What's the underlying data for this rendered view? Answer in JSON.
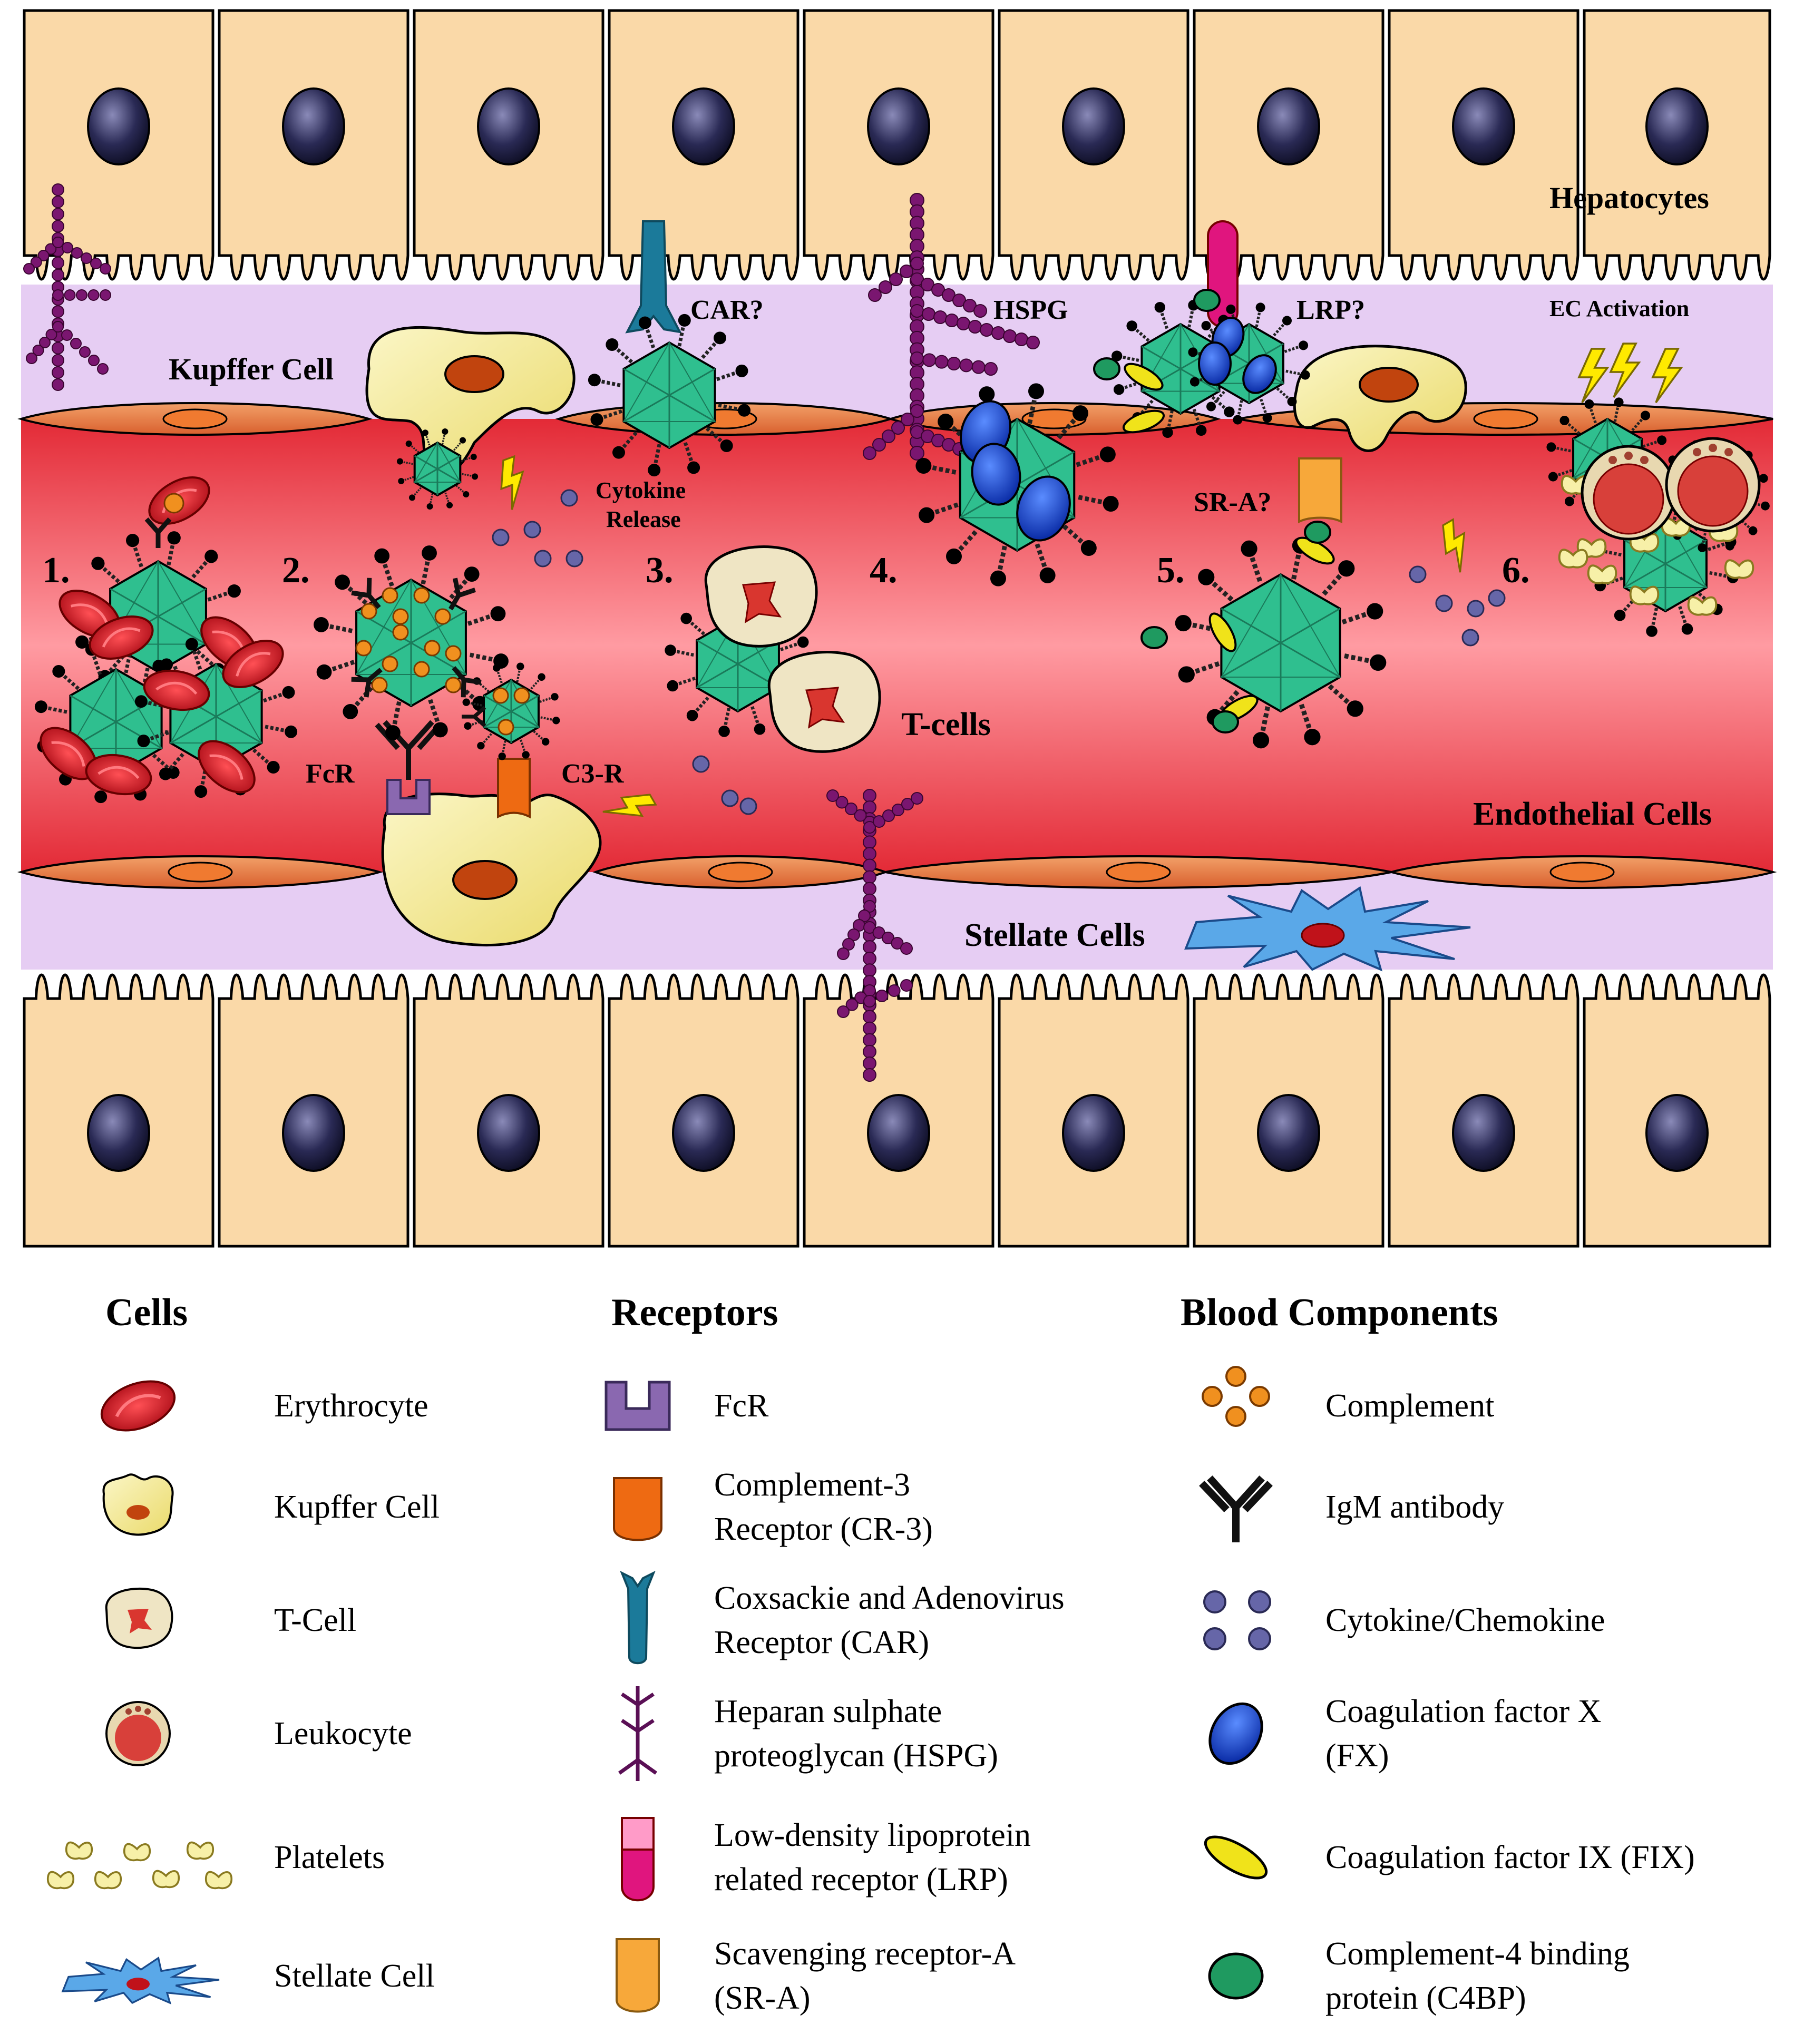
{
  "diagram": {
    "labels": {
      "hepatocytes": "Hepatocytes",
      "kupffer_cell": "Kupffer Cell",
      "car": "CAR?",
      "hspg": "HSPG",
      "lrp": "LRP?",
      "ec_activation": "EC Activation",
      "cytokine_release_1": "Cytokine",
      "cytokine_release_2": "Release",
      "sra": "SR-A?",
      "tcells": "T-cells",
      "fcr": "FcR",
      "c3r": "C3-R",
      "endothelial_cells": "Endothelial Cells",
      "stellate_cells": "Stellate Cells"
    },
    "steps": [
      "1.",
      "2.",
      "3.",
      "4.",
      "5.",
      "6."
    ]
  },
  "legend": {
    "cells": {
      "heading": "Cells",
      "items": [
        {
          "icon": "erythrocyte-icon",
          "lines": [
            "Erythrocyte"
          ]
        },
        {
          "icon": "kupffer-cell-icon",
          "lines": [
            "Kupffer Cell"
          ]
        },
        {
          "icon": "t-cell-icon",
          "lines": [
            "T-Cell"
          ]
        },
        {
          "icon": "leukocyte-icon",
          "lines": [
            "Leukocyte"
          ]
        },
        {
          "icon": "platelets-icon",
          "lines": [
            "Platelets"
          ]
        },
        {
          "icon": "stellate-cell-icon",
          "lines": [
            "Stellate Cell"
          ]
        }
      ]
    },
    "receptors": {
      "heading": "Receptors",
      "items": [
        {
          "icon": "fcr-icon",
          "lines": [
            "FcR"
          ]
        },
        {
          "icon": "cr3-icon",
          "lines": [
            "Complement-3",
            "Receptor (CR-3)"
          ]
        },
        {
          "icon": "car-icon",
          "lines": [
            "Coxsackie and Adenovirus",
            "Receptor (CAR)"
          ]
        },
        {
          "icon": "hspg-icon",
          "lines": [
            "Heparan sulphate",
            "proteoglycan (HSPG)"
          ]
        },
        {
          "icon": "lrp-icon",
          "lines": [
            "Low-density lipoprotein",
            "related receptor (LRP)"
          ]
        },
        {
          "icon": "sra-icon",
          "lines": [
            "Scavenging receptor-A",
            "(SR-A)"
          ]
        }
      ]
    },
    "blood": {
      "heading": "Blood Components",
      "items": [
        {
          "icon": "complement-icon",
          "lines": [
            "Complement"
          ]
        },
        {
          "icon": "igm-antibody-icon",
          "lines": [
            "IgM antibody"
          ]
        },
        {
          "icon": "cytokine-icon",
          "lines": [
            "Cytokine/Chemokine"
          ]
        },
        {
          "icon": "fx-icon",
          "lines": [
            "Coagulation factor X",
            "(FX)"
          ]
        },
        {
          "icon": "fix-icon",
          "lines": [
            "Coagulation factor IX (FIX)"
          ]
        },
        {
          "icon": "c4bp-icon",
          "lines": [
            "Complement-4 binding",
            "protein (C4BP)"
          ]
        }
      ]
    }
  },
  "colors": {
    "hepatocyte": "#fad9a8",
    "nucleus": "#2a2a55",
    "space_of_disse": "#e6cdf3",
    "vessel": "#e8454f",
    "endothelial": "#e8834a",
    "virus": "#2fbf8f",
    "erythrocyte": "#c0121a",
    "kupffer": "#f5ec96",
    "fx": "#1f55d8",
    "fix": "#f0e31a",
    "c4bp": "#1f9a60",
    "complement": "#f0901f",
    "cytokine": "#6666a8",
    "hspg": "#7a1670",
    "car": "#1b7a9a",
    "lrp": "#e0157e",
    "sra": "#f7a83a",
    "cr3": "#ee6a12",
    "fcr": "#8a68b0",
    "stellate": "#5aa8e8"
  }
}
